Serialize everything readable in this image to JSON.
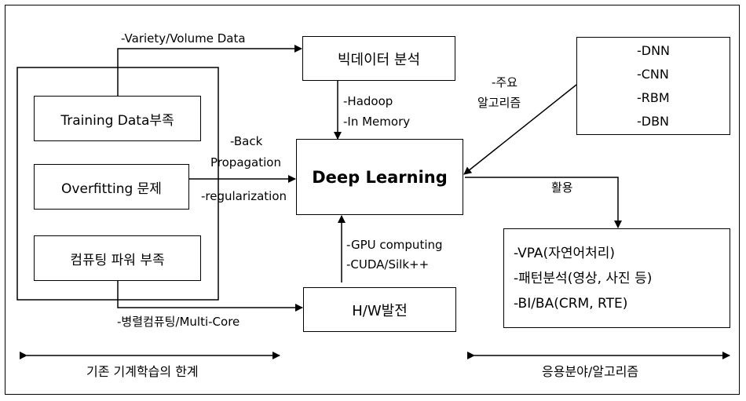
{
  "limits": {
    "training_data": "Training  Data부족",
    "overfitting": "Overfitting 문제",
    "computing_power": "컴퓨팅 파워 부족",
    "caption": "기존 기계학습의 한계"
  },
  "bigdata": {
    "title": "빅데이터 분석",
    "input_label": "-Variety/Volume Data",
    "tech": [
      "-Hadoop",
      "-In Memory"
    ]
  },
  "center": {
    "title": "Deep Learning",
    "left_labels": [
      "-Back",
      "Propagation",
      "-regularization"
    ]
  },
  "hardware": {
    "title": "H/W발전",
    "input_label": "-병렬컴퓨팅/Multi-Core",
    "tech": [
      "-GPU computing",
      "-CUDA/Silk++"
    ]
  },
  "algorithms": {
    "items": [
      "-DNN",
      "-CNN",
      "-RBM",
      "-DBN"
    ],
    "label": [
      "-주요",
      "알고리즘"
    ]
  },
  "applications": {
    "label": "활용",
    "items": [
      "-VPA(자연어처리)",
      "-패턴분석(영상, 사진 등)",
      "-BI/BA(CRM, RTE)"
    ],
    "caption": "응용분야/알고리즘"
  }
}
